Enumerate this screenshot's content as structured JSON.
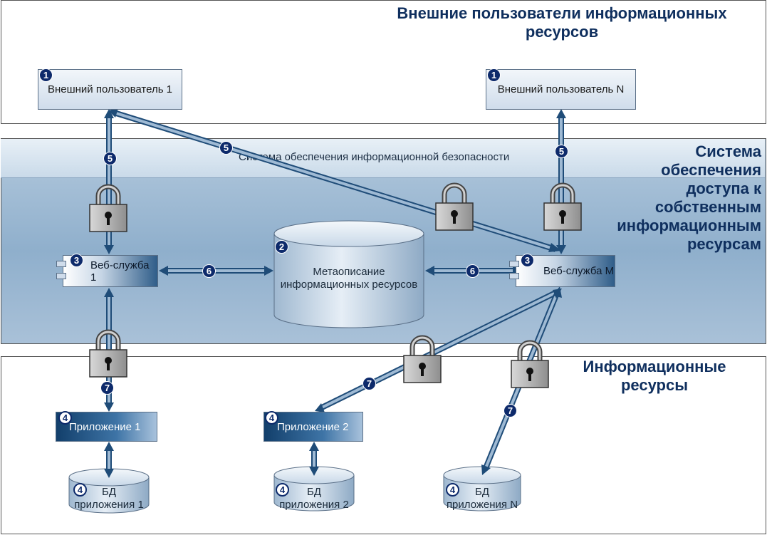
{
  "zones": {
    "external": {
      "title": "Внешние пользователи информационных ресурсов"
    },
    "access": {
      "title_lines": [
        "Система",
        "обеспечения",
        "доступа к",
        "собственным",
        "информационным",
        "ресурсам"
      ],
      "security_label": "Система обеспечения информационной безопасности"
    },
    "resources": {
      "title_lines": [
        "Информационные",
        "ресурсы"
      ]
    }
  },
  "nodes": {
    "user1": {
      "label": "Внешний пользователь 1",
      "num": "1"
    },
    "userN": {
      "label": "Внешний пользователь  N",
      "num": "1"
    },
    "ws1": {
      "label": "Веб-служба 1",
      "num": "3"
    },
    "wsM": {
      "label": "Веб-служба М",
      "num": "3"
    },
    "meta": {
      "label_lines": [
        "Метаописание",
        "информационных ресурсов"
      ],
      "num": "2"
    },
    "app1": {
      "label": "Приложение 1",
      "num": "4"
    },
    "app2": {
      "label": "Приложение 2",
      "num": "4"
    },
    "db1": {
      "label_lines": [
        "БД",
        "приложения 1"
      ],
      "num": "4"
    },
    "db2": {
      "label_lines": [
        "БД",
        "приложения 2"
      ],
      "num": "4"
    },
    "dbN": {
      "label_lines": [
        "БД",
        "приложения N"
      ],
      "num": "4"
    }
  },
  "edge_numbers": {
    "e5_left": "5",
    "e5_diag": "5",
    "e5_right": "5",
    "e6_left": "6",
    "e6_right": "6",
    "e7_left": "7",
    "e7_mid": "7",
    "e7_right": "7"
  },
  "colors": {
    "title": "#0f2f5e",
    "badge": "#0d2a6b",
    "arrow": "#1f4c78",
    "arrow_fill": "#9fbad4"
  }
}
